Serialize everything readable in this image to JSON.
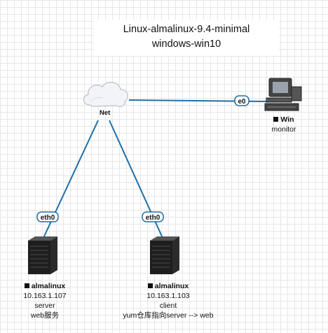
{
  "title": {
    "line1": "Linux-almalinux-9.4-minimal",
    "line2": "windows-win10"
  },
  "cloud": {
    "label": "Net",
    "icon": "cloud-icon"
  },
  "monitor": {
    "icon": "computer-icon",
    "port": "e0",
    "name": "Win",
    "role": "monitor"
  },
  "server": {
    "icon": "server-icon",
    "port": "eth0",
    "name": "almalinux",
    "ip": "10.163.1.107",
    "role": "server",
    "note": "web服务"
  },
  "client": {
    "icon": "server-icon",
    "port": "eth0",
    "name": "almalinux",
    "ip": "10.163.1.103",
    "role": "client",
    "note": "yum仓库指向server --> web"
  },
  "colors": {
    "link": "#1f6fa8",
    "port_border": "#1f6fa8"
  }
}
